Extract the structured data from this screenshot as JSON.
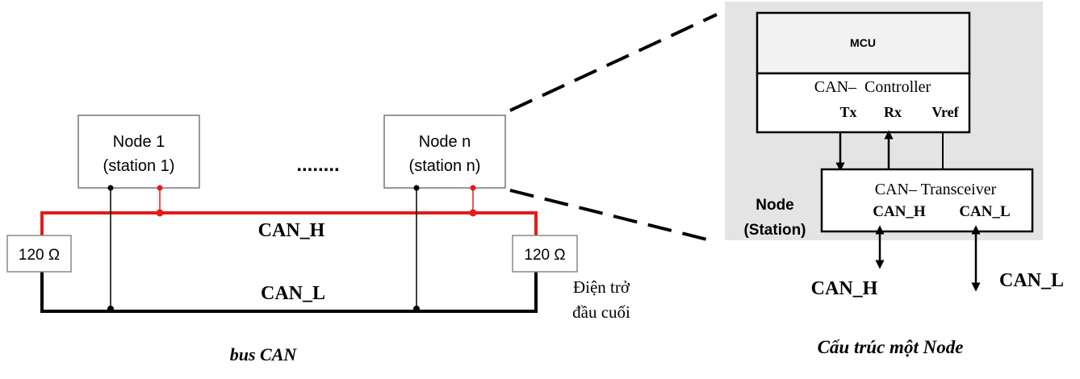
{
  "bus": {
    "node1": {
      "line1": "Node 1",
      "line2": "(station 1)"
    },
    "noden": {
      "line1": "Node n",
      "line2": "(station n)"
    },
    "dots": "........",
    "can_h": "CAN_H",
    "can_l": "CAN_L",
    "resistor_left": "120 Ω",
    "resistor_right": "120 Ω",
    "terminator_label": {
      "line1": "Điện trở",
      "line2": "đầu cuối"
    },
    "caption": "bus CAN"
  },
  "node_structure": {
    "mcu": "MCU",
    "controller": "CAN–  Controller",
    "tx": "Tx",
    "rx": "Rx",
    "vref": "Vref",
    "transceiver": "CAN– Transceiver",
    "tr_can_h": "CAN_H",
    "tr_can_l": "CAN_L",
    "node_label": {
      "line1": "Node",
      "line2": "(Station)"
    },
    "out_can_h": "CAN_H",
    "out_can_l": "CAN_L",
    "caption": "Cấu trúc một Node"
  },
  "colors": {
    "can_h_wire": "#e41b1b",
    "can_l_wire": "#000000",
    "panel_bg": "#e4e4e4",
    "mcu_bg": "#f2f2f2"
  }
}
